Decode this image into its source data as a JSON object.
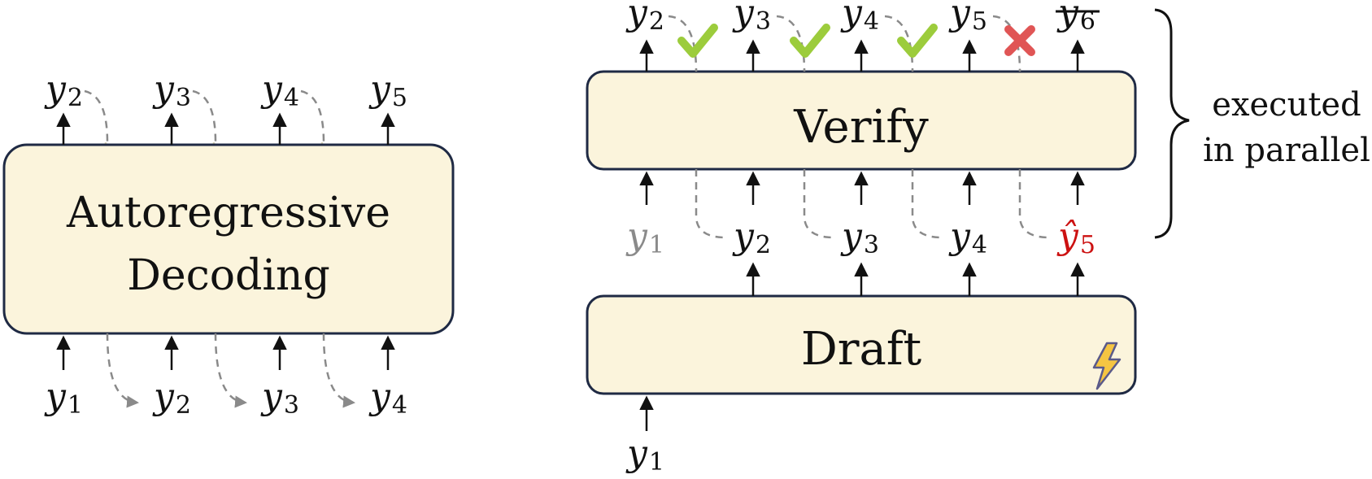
{
  "colors": {
    "box_fill": "#fbf4dc",
    "box_stroke": "#1f2a44",
    "arrow": "#111111",
    "dashed_dark": "#8a8a8a",
    "dashed_light": "#d9d4b8",
    "check": "#9ccc3c",
    "cross": "#e05555",
    "rejected": "#cc1111",
    "faded": "#8a8a8a",
    "bolt": "#f5c542"
  },
  "icons": {
    "accept": "check-icon",
    "reject": "cross-icon",
    "fast": "lightning-icon"
  },
  "autoregressive": {
    "label_line1": "Autoregressive",
    "label_line2": "Decoding",
    "outputs": [
      {
        "base": "y",
        "sub": "2"
      },
      {
        "base": "y",
        "sub": "3"
      },
      {
        "base": "y",
        "sub": "4"
      },
      {
        "base": "y",
        "sub": "5"
      }
    ],
    "inputs": [
      {
        "base": "y",
        "sub": "1"
      },
      {
        "base": "y",
        "sub": "2"
      },
      {
        "base": "y",
        "sub": "3"
      },
      {
        "base": "y",
        "sub": "4"
      }
    ]
  },
  "speculative": {
    "verify_label": "Verify",
    "draft_label": "Draft",
    "outputs": [
      {
        "base": "y",
        "sub": "2"
      },
      {
        "base": "y",
        "sub": "3"
      },
      {
        "base": "y",
        "sub": "4"
      },
      {
        "base": "y",
        "sub": "5"
      },
      {
        "base": "y",
        "sub": "6"
      }
    ],
    "verify_inputs": [
      {
        "base": "y",
        "sub": "1"
      },
      {
        "base": "y",
        "sub": "2"
      },
      {
        "base": "y",
        "sub": "3"
      },
      {
        "base": "y",
        "sub": "4"
      },
      {
        "base": "ŷ",
        "sub": "5"
      }
    ],
    "draft_input": {
      "base": "y",
      "sub": "1"
    },
    "accepted_count": 3
  },
  "annotation": {
    "line1": "executed",
    "line2": "in parallel"
  }
}
